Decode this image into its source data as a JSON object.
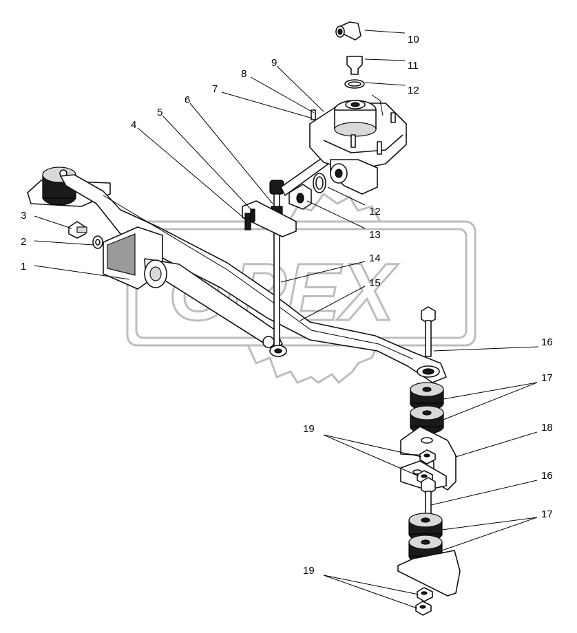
{
  "watermark": {
    "text": "OPEX"
  },
  "callouts": [
    {
      "id": "c1",
      "label": "1"
    },
    {
      "id": "c2",
      "label": "2"
    },
    {
      "id": "c3",
      "label": "3"
    },
    {
      "id": "c4",
      "label": "4"
    },
    {
      "id": "c5",
      "label": "5"
    },
    {
      "id": "c6",
      "label": "6"
    },
    {
      "id": "c7",
      "label": "7"
    },
    {
      "id": "c8",
      "label": "8"
    },
    {
      "id": "c9",
      "label": "9"
    },
    {
      "id": "c10",
      "label": "10"
    },
    {
      "id": "c11",
      "label": "11"
    },
    {
      "id": "c12a",
      "label": "12"
    },
    {
      "id": "c12b",
      "label": "12"
    },
    {
      "id": "c13",
      "label": "13"
    },
    {
      "id": "c14",
      "label": "14"
    },
    {
      "id": "c15",
      "label": "15"
    },
    {
      "id": "c16a",
      "label": "16"
    },
    {
      "id": "c16b",
      "label": "16"
    },
    {
      "id": "c17a",
      "label": "17"
    },
    {
      "id": "c17b",
      "label": "17"
    },
    {
      "id": "c18",
      "label": "18"
    },
    {
      "id": "c19a",
      "label": "19"
    },
    {
      "id": "c19b",
      "label": "19"
    }
  ],
  "colors": {
    "ink": "#111111",
    "watermark": "#bdbdbd",
    "background": "#ffffff"
  }
}
